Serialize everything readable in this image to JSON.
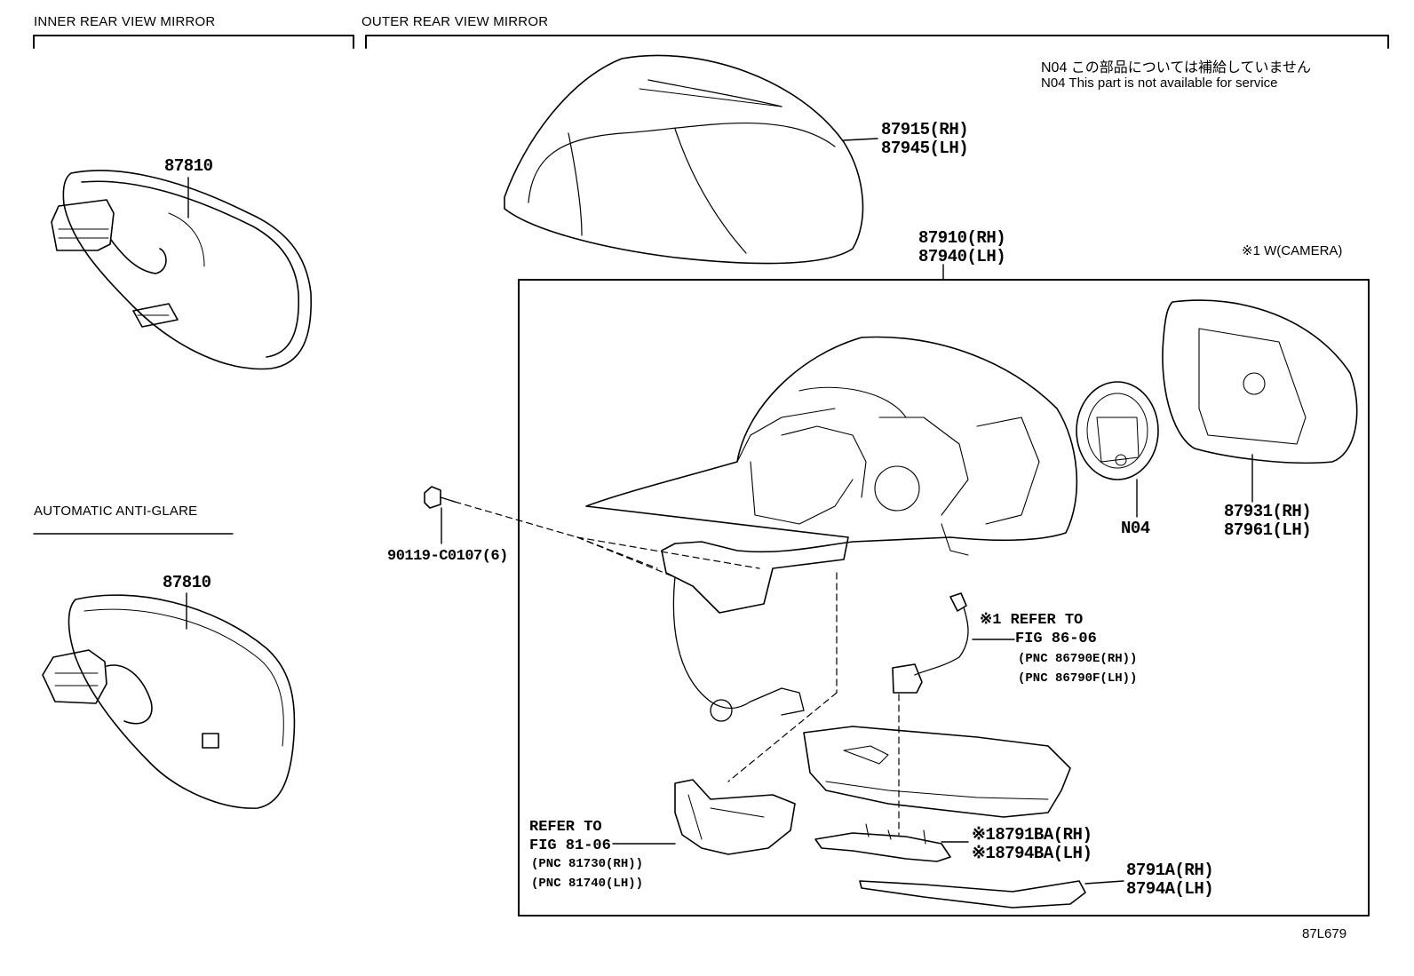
{
  "sections": {
    "inner": "INNER REAR VIEW MIRROR",
    "outer": "OUTER REAR VIEW MIRROR",
    "auto_antiglare": "AUTOMATIC ANTI-GLARE"
  },
  "notes": {
    "n04_jp": "N04 この部品については補給していません",
    "n04_en": "N04 This part is not available for service",
    "camera": "※1 W(CAMERA)"
  },
  "parts": {
    "inner_mirror_1": "87810",
    "inner_mirror_2": "87810",
    "cover_rh": "87915(RH)",
    "cover_lh": "87945(LH)",
    "assy_rh": "87910(RH)",
    "assy_lh": "87940(LH)",
    "glass_rh": "87931(RH)",
    "glass_lh": "87961(LH)",
    "n04": "N04",
    "screw": "90119-C0107(6)",
    "cam_ref1": "※1 REFER TO",
    "cam_ref2": "FIG 86-06",
    "cam_pnc1": "(PNC 86790E(RH))",
    "cam_pnc2": "(PNC 86790F(LH))",
    "lamp_ref1": "REFER TO",
    "lamp_ref2": "FIG 81-06",
    "lamp_pnc1": "(PNC 81730(RH))",
    "lamp_pnc2": "(PNC 81740(LH))",
    "cover_b_rh": "※18791BA(RH)",
    "cover_b_lh": "※18794BA(LH)",
    "garnish_rh": "8791A(RH)",
    "garnish_lh": "8794A(LH)",
    "figure_code": "87L679"
  }
}
